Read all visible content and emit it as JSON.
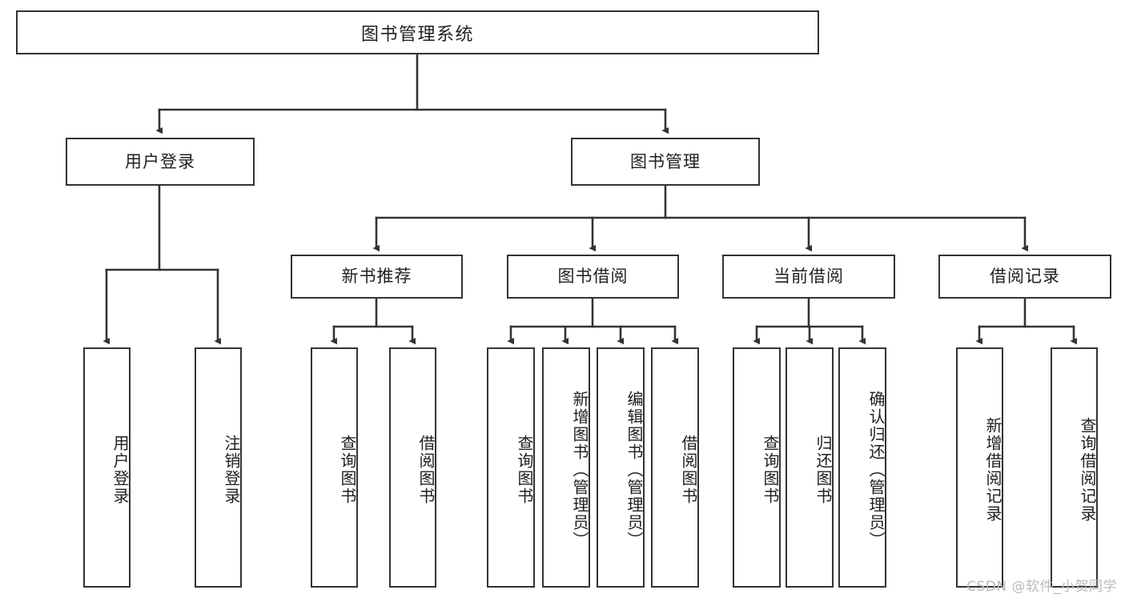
{
  "diagram": {
    "title": "图书管理系统",
    "watermark": "CSDN @软件_小贺同学",
    "line_color": "#333333",
    "box_fill": "#ffffff",
    "text_color": "#1f1f1f",
    "levels": {
      "root": {
        "label": "图书管理系统"
      },
      "level2": [
        {
          "label": "用户登录"
        },
        {
          "label": "图书管理"
        }
      ],
      "level3": [
        {
          "label": "新书推荐"
        },
        {
          "label": "图书借阅"
        },
        {
          "label": "当前借阅"
        },
        {
          "label": "借阅记录"
        }
      ],
      "leaves_user_login": [
        {
          "label": "用户登录"
        },
        {
          "label": "注销登录"
        }
      ],
      "leaves_new_book": [
        {
          "label": "查询图书"
        },
        {
          "label": "借阅图书"
        }
      ],
      "leaves_borrow": [
        {
          "label": "查询图书"
        },
        {
          "label": "新增图书（管理员）"
        },
        {
          "label": "编辑图书（管理员）"
        },
        {
          "label": "借阅图书"
        }
      ],
      "leaves_current": [
        {
          "label": "查询图书"
        },
        {
          "label": "归还图书"
        },
        {
          "label": "确认归还（管理员）"
        }
      ],
      "leaves_records": [
        {
          "label": "新增借阅记录"
        },
        {
          "label": "查询借阅记录"
        }
      ]
    }
  }
}
